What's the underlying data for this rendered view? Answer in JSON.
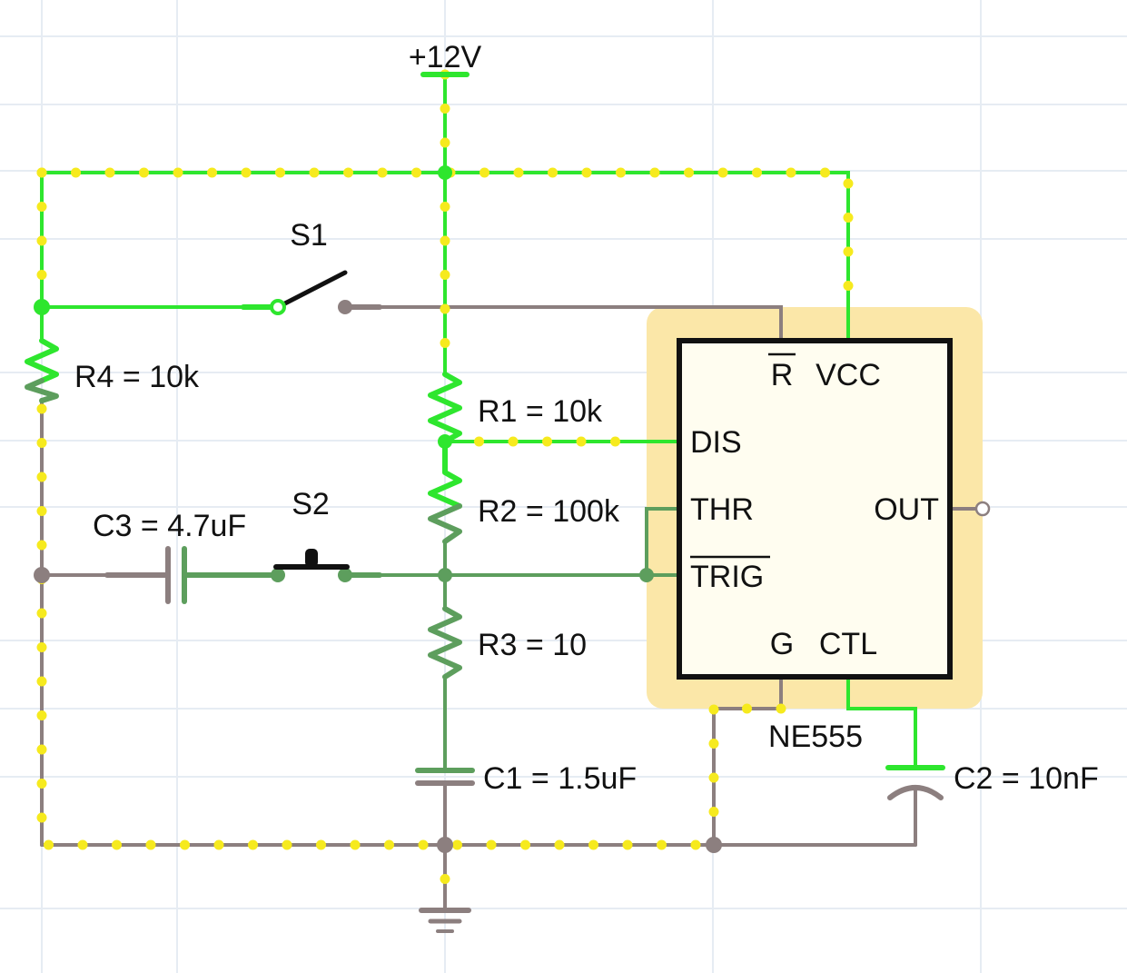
{
  "supply_label": "+12V",
  "switch_s1": "S1",
  "switch_s2": "S2",
  "r1_label": "R1 = 10k",
  "r2_label": "R2 = 100k",
  "r3_label": "R3 = 10",
  "r4_label": "R4 = 10k",
  "c1_label": "C1 = 1.5uF",
  "c2_label": "C2 = 10nF",
  "c3_label": "C3 = 4.7uF",
  "chip_label": "NE555",
  "pins": {
    "reset": "R",
    "vcc": "VCC",
    "dis": "DIS",
    "thr": "THR",
    "trig": "TRIG",
    "out": "OUT",
    "gnd": "G",
    "ctl": "CTL"
  },
  "colors": {
    "live_wire": "#2ee62e",
    "low_wire": "#5d9e5d",
    "ground_wire": "#8c7f7f",
    "current_dots": "#f6ea1e",
    "chip_highlight": "#fbe7a8",
    "chip_fill": "#fffdf0"
  }
}
